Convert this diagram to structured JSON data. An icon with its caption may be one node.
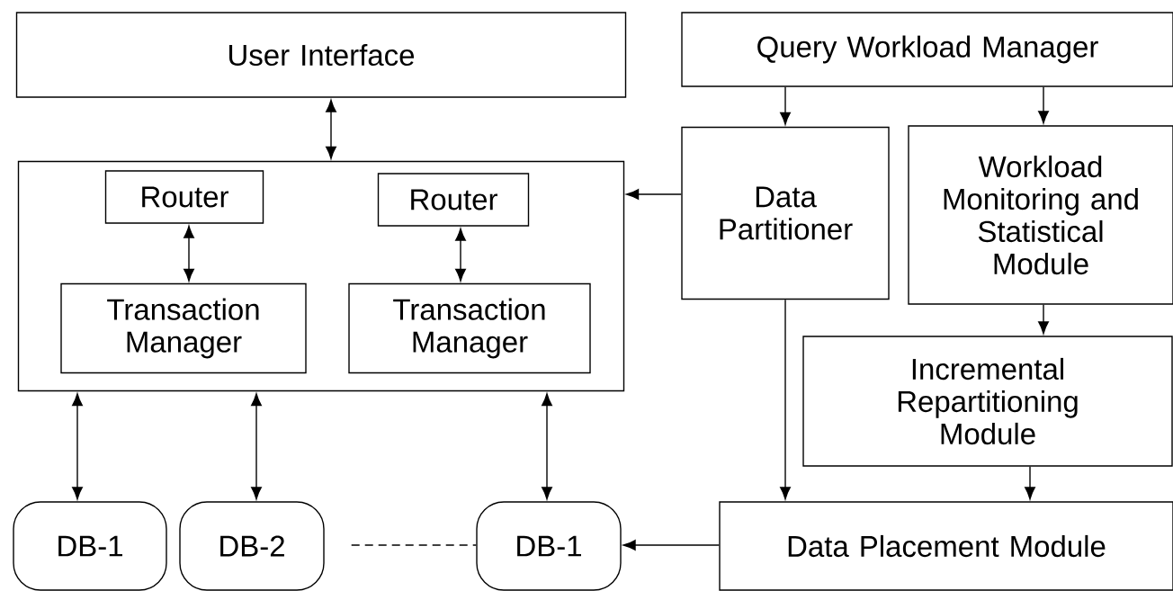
{
  "diagram": {
    "nodes": [
      {
        "text": [
          "User Interface"
        ]
      },
      {
        "text": [],
        "shape": "box"
      },
      {
        "text": [
          "Router"
        ],
        "in": 1
      },
      {
        "text": [
          "Transaction Manager"
        ],
        "in": 1
      },
      {
        "text": [
          "Router"
        ],
        "in": 1
      },
      {
        "text": [
          "Transaction Manager"
        ],
        "in": 1
      },
      {
        "text": [
          "Query Workload Manager"
        ]
      },
      {
        "text": [
          "Data Partitioner"
        ]
      },
      {
        "text": [
          "Workload Monitoring and Statistical Module"
        ]
      },
      {
        "text": [
          "Incremental Repartitioning Module"
        ]
      },
      {
        "text": [
          "DB-1"
        ]
      },
      {
        "text": [
          "DB-2"
        ]
      },
      {
        "text": [
          "DB-1"
        ]
      },
      {
        "text": [
          "Data Placement Module"
        ]
      }
    ],
    "edges": [
      {
        "from": 0,
        "to": 1,
        "arrow": "both"
      },
      {
        "from": 2,
        "to": 3,
        "arrow": "both"
      },
      {
        "from": 4,
        "to": 5,
        "arrow": "both"
      },
      {
        "from": 6,
        "to": 7,
        "arrow": "to"
      },
      {
        "from": 6,
        "to": 8,
        "arrow": "to"
      },
      {
        "from": 7,
        "to": 1,
        "arrow": "to"
      },
      {
        "from": 8,
        "to": 9,
        "arrow": "to"
      },
      {
        "from": 7,
        "to": 13,
        "arrow": "to"
      },
      {
        "from": 9,
        "to": 13,
        "arrow": "to"
      },
      {
        "from": 13,
        "to": 12,
        "arrow": "to"
      },
      {
        "from": 1,
        "to": 10,
        "arrow": "both"
      },
      {
        "from": 1,
        "to": 11,
        "arrow": "both"
      },
      {
        "from": 1,
        "to": 12,
        "arrow": "both"
      },
      {
        "from": 11,
        "to": 12,
        "arrow": "none",
        "style": "dashed"
      }
    ]
  }
}
